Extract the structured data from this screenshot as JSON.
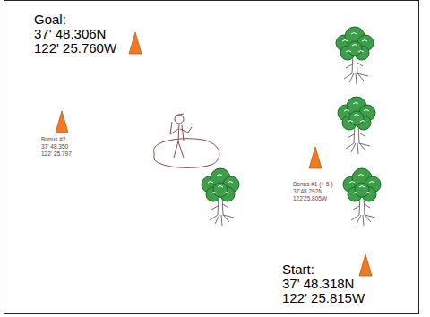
{
  "diagram": {
    "labels": [
      "Goal:",
      "37' 48.306N",
      "122' 25.760W",
      "Bonus #2",
      "37' 48.350",
      "122' 25.797",
      "Bonus #1 (+ 5 )",
      "37'48.292N",
      "122'25.805W",
      "Start:",
      "37' 48.318N",
      "122' 25.815W"
    ]
  }
}
